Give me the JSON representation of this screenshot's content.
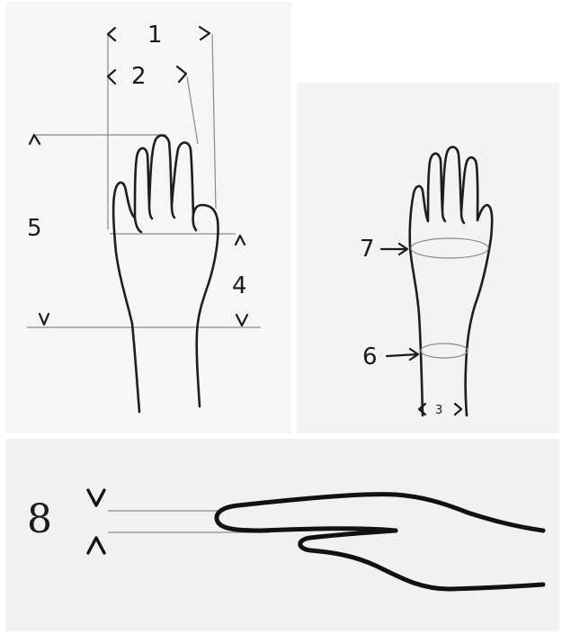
{
  "labels": {
    "m1": "1",
    "m2": "2",
    "m3": "3",
    "m4": "4",
    "m5": "5",
    "m6": "6",
    "m7": "7",
    "m8": "8"
  }
}
